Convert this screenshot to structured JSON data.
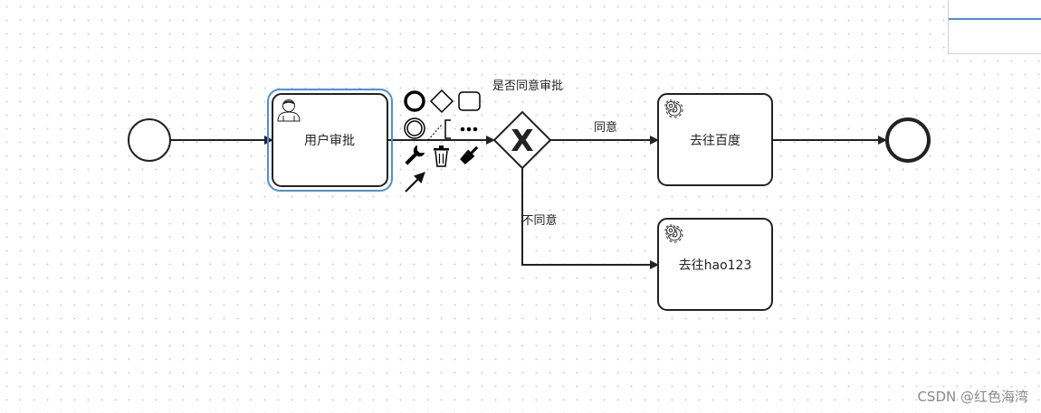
{
  "nodes": {
    "start_event": {},
    "user_task": {
      "label": "用户审批",
      "icon": "user-icon"
    },
    "gateway": {
      "label": "是否同意审批",
      "marker": "X",
      "type": "exclusive"
    },
    "service_task_baidu": {
      "label": "去往百度",
      "icon": "gear-icon"
    },
    "service_task_hao123": {
      "label": "去往hao123",
      "icon": "gear-icon"
    },
    "end_event": {}
  },
  "flows": {
    "agree": {
      "label": "同意"
    },
    "disagree": {
      "label": "不同意"
    }
  },
  "context_pad": {
    "items": [
      "end-event-icon",
      "gateway-icon",
      "task-icon",
      "intermediate-event-icon",
      "text-annotation-icon",
      "more-icon",
      "wrench-icon",
      "trash-icon",
      "paint-icon",
      "connect-arrow-icon"
    ]
  },
  "colors": {
    "selection": "#4a90d9",
    "stroke": "#222222"
  },
  "watermark": "CSDN @红色海湾"
}
